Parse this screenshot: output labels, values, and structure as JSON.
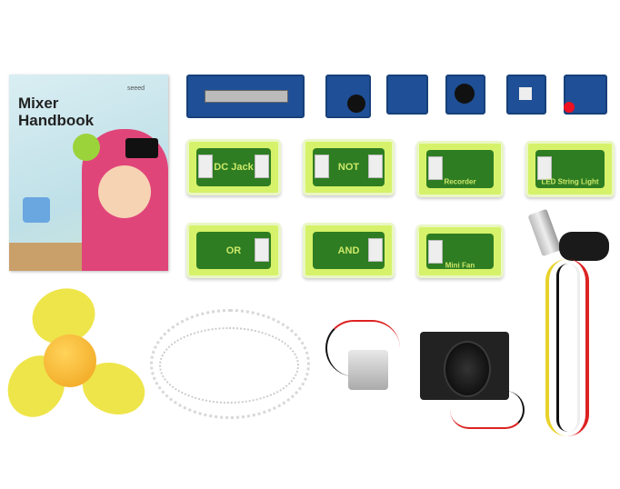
{
  "handbook": {
    "brand": "seeed",
    "title_line1": "Mixer",
    "title_line2": "Handbook"
  },
  "logic_modules": [
    {
      "label": "DC Jack"
    },
    {
      "label": "NOT"
    },
    {
      "label": "Recorder"
    },
    {
      "label": "LED String Light"
    },
    {
      "label": "OR"
    },
    {
      "label": "AND"
    },
    {
      "label": "Mini Fan"
    }
  ],
  "colors": {
    "module_box": "#d6f26a",
    "pcb_green": "#2e7d22",
    "pcb_blue": "#1f4f96",
    "fan": "#eee54a"
  }
}
